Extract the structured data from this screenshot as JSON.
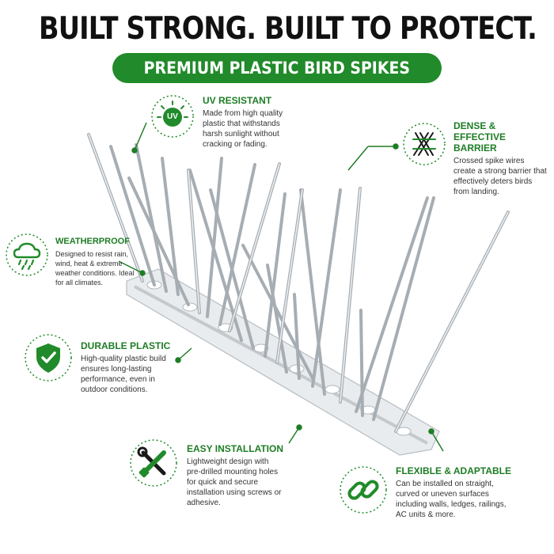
{
  "header": {
    "headline": "BUILT STRONG. BUILT TO PROTECT.",
    "subheadline": "PREMIUM PLASTIC BIRD SPIKES"
  },
  "colors": {
    "accent_green": "#218a2a",
    "title_green": "#1e7d25",
    "text_dark": "#111111"
  },
  "features": {
    "uv": {
      "icon": "uv-sun-icon",
      "badge_text": "UV",
      "title": "UV RESISTANT",
      "desc": "Made from high quality plastic that withstands harsh sunlight without cracking or fading."
    },
    "dense": {
      "icon": "crossed-wires-icon",
      "title": "DENSE & EFFECTIVE BARRIER",
      "desc": "Crossed spike wires create a strong barrier that effectively deters birds from landing."
    },
    "weather": {
      "icon": "rain-cloud-icon",
      "title": "WEATHERPROOF",
      "desc": "Designed to resist rain, wind, heat & extreme weather conditions. Ideal for all climates."
    },
    "durable": {
      "icon": "shield-check-icon",
      "title": "DURABLE PLASTIC",
      "desc": "High-quality plastic build ensures long-lasting performance, even in outdoor conditions."
    },
    "install": {
      "icon": "tools-icon",
      "title": "EASY INSTALLATION",
      "desc": "Lightweight design with pre-drilled mounting holes for quick and secure installation using screws or adhesive."
    },
    "flexible": {
      "icon": "chain-link-icon",
      "title": "FLEXIBLE & ADAPTABLE",
      "desc": "Can be installed on straight, curved or uneven surfaces including walls, ledges, railings, AC units & more."
    }
  }
}
